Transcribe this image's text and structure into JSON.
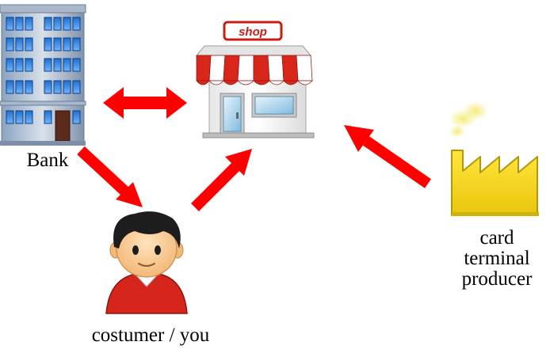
{
  "labels": {
    "bank": "Bank",
    "customer": "costumer / you",
    "producer_line1": "card",
    "producer_line2": "terminal",
    "producer_line3": "producer",
    "shop_sign": "shop"
  },
  "icons": {
    "bank": "office-building-icon",
    "shop": "storefront-icon",
    "customer": "person-avatar-icon",
    "producer": "factory-icon"
  },
  "colors": {
    "arrow": "#ff0000",
    "awning_red": "#d8261b",
    "factory_yellow": "#f2d21c",
    "shirt_red": "#d6261b",
    "building_blue": "#7c9cc2"
  }
}
